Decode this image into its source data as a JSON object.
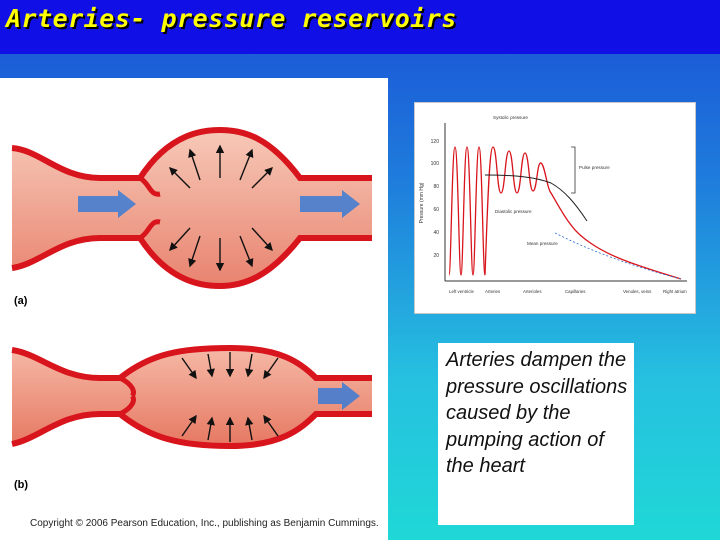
{
  "slide": {
    "title": "Arteries- pressure reservoirs",
    "colors": {
      "title_text": "#ffff00",
      "title_bar": "#1010e6",
      "vessel_wall": "#d8141c",
      "flow_arrow": "#3a7bd5"
    }
  },
  "figure_left": {
    "panel_a_label": "(a)",
    "panel_b_label": "(b)",
    "copyright": "Copyright © 2006 Pearson Education, Inc., publishing as Benjamin Cummings."
  },
  "graph": {
    "y_axis_label": "Pressure (mm Hg)",
    "y_ticks": [
      "120",
      "100",
      "80",
      "60",
      "40",
      "20"
    ],
    "x_labels": [
      "Left ventricle",
      "Arteries",
      "Arterioles",
      "Capillaries",
      "Venules, veins",
      "Right atrium"
    ],
    "annotations": {
      "systolic": "Systolic pressure",
      "pulse": "Pulse pressure",
      "diastolic": "Diastolic pressure",
      "mean": "Mean pressure"
    }
  },
  "caption": {
    "text": "Arteries dampen the pressure oscillations caused by the pumping action of the heart"
  }
}
